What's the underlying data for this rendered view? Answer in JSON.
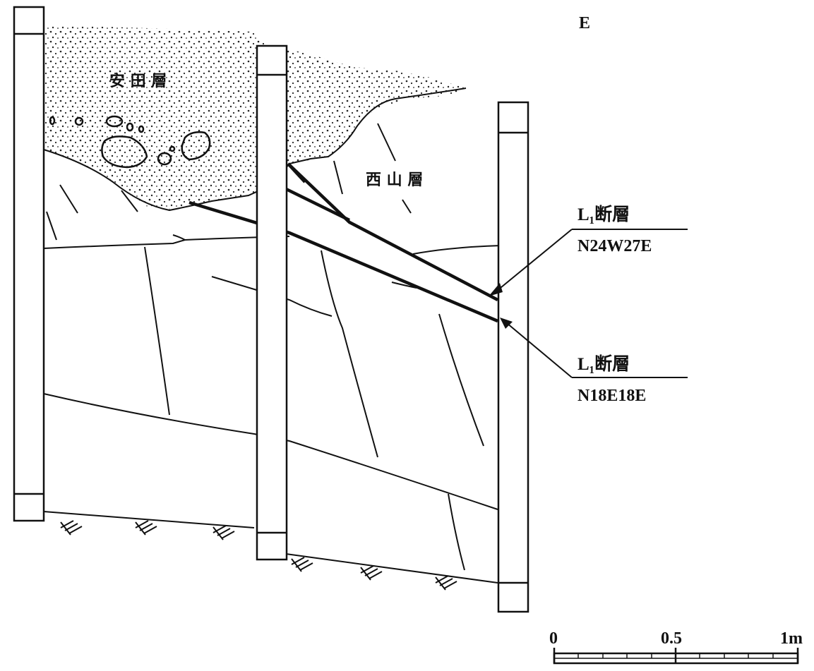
{
  "direction_label": "E",
  "formations": {
    "yasuda": "安 田 層",
    "nishiyama": "西 山 層"
  },
  "faults": [
    {
      "name": "L₁断層",
      "attitude": "N24W27E"
    },
    {
      "name": "L₁断層",
      "attitude": "N18E18E"
    }
  ],
  "scale_bar": {
    "labels": [
      "0",
      "0.5",
      "1m"
    ]
  },
  "colors": {
    "ink": "#111111",
    "paper": "#ffffff"
  }
}
